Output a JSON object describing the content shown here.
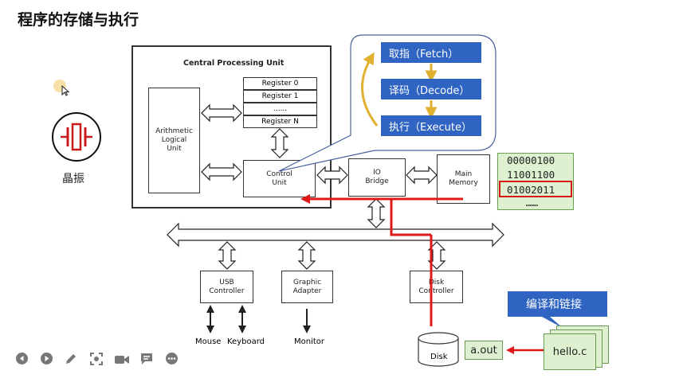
{
  "title": "程序的存储与执行",
  "oscillator": {
    "label": "晶振"
  },
  "cpu": {
    "title": "Central Processing Unit",
    "alu": "Arithmetic\nLogical\nUnit",
    "registers": [
      "Register 0",
      "Register 1",
      "......",
      "Register N"
    ],
    "control_unit": "Control\nUnit"
  },
  "cycle": {
    "stages": [
      "取指（Fetch）",
      "译码（Decode）",
      "执行（Execute）"
    ]
  },
  "io_bridge": "IO\nBridge",
  "main_memory": "Main\nMemory",
  "memory_values": [
    "00000100",
    "11001100",
    "01002011",
    "……"
  ],
  "controllers": {
    "usb": "USB\nController",
    "graphics": "Graphic\nAdapter",
    "disk": "Disk\nController"
  },
  "devices": {
    "mouse": "Mouse",
    "keyboard": "Keyboard",
    "monitor": "Monitor"
  },
  "disk": "Disk",
  "aout": "a.out",
  "source": "hello.c",
  "compile_label": "编译和链接",
  "colors": {
    "accent": "#2f64c2",
    "highlight": "#e01818",
    "note_green": "#ddf0cf",
    "gold": "#e0b030"
  },
  "toolbar": [
    "prev-icon",
    "play-icon",
    "pen-icon",
    "focus-icon",
    "camera-icon",
    "caption-icon",
    "more-icon"
  ]
}
